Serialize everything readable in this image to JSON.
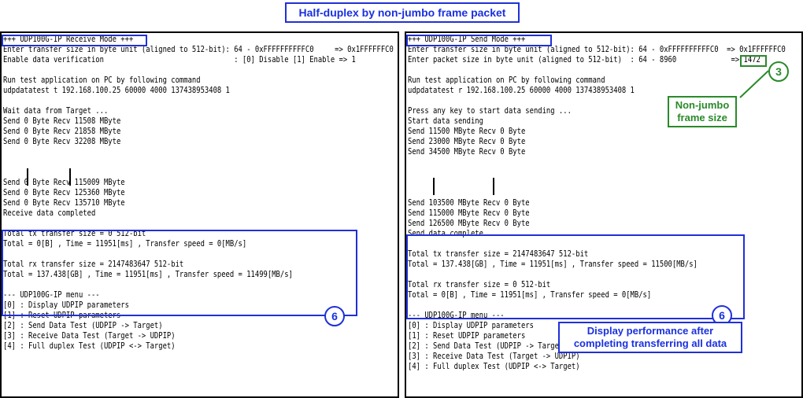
{
  "title": "Half-duplex by non-jumbo frame packet",
  "left": {
    "lines": [
      "+++ UDP100G-IP Receive Mode +++",
      "Enter transfer size in byte unit (aligned to 512-bit): 64 - 0xFFFFFFFFFFC0     => 0x1FFFFFFC0",
      "Enable data verification                               : [0] Disable [1] Enable => 1",
      "",
      "Run test application on PC by following command",
      "udpdatatest t 192.168.100.25 60000 4000 137438953408 1",
      "",
      "Wait data from Target ...",
      "Send 0 Byte Recv 11508 MByte",
      "Send 0 Byte Recv 21858 MByte",
      "Send 0 Byte Recv 32208 MByte",
      "",
      "",
      "",
      "Send 0 Byte Recv 115009 MByte",
      "Send 0 Byte Recv 125360 MByte",
      "Send 0 Byte Recv 135710 MByte",
      "Receive data completed",
      "",
      "Total tx transfer size = 0 512-bit",
      "Total = 0[B] , Time = 11951[ms] , Transfer speed = 0[MB/s]",
      "",
      "Total rx transfer size = 2147483647 512-bit",
      "Total = 137.438[GB] , Time = 11951[ms] , Transfer speed = 11499[MB/s]",
      "",
      "--- UDP100G-IP menu ---",
      "[0] : Display UDPIP parameters",
      "[1] : Reset UDPIP parameters",
      "[2] : Send Data Test (UDPIP -> Target)",
      "[3] : Receive Data Test (Target -> UDPIP)",
      "[4] : Full duplex Test (UDPIP <-> Target)"
    ],
    "badge": "6"
  },
  "right": {
    "lines": [
      "+++ UDP100G-IP Send Mode +++",
      "Enter transfer size in byte unit (aligned to 512-bit): 64 - 0xFFFFFFFFFFC0  => 0x1FFFFFFC0",
      "Enter packet size in byte unit (aligned to 512-bit)  : 64 - 8960             => 1472",
      "",
      "Run test application on PC by following command",
      "udpdatatest r 192.168.100.25 60000 4000 137438953408 1",
      "",
      "Press any key to start data sending ...",
      "Start data sending",
      "Send 11500 MByte Recv 0 Byte",
      "Send 23000 MByte Recv 0 Byte",
      "Send 34500 MByte Recv 0 Byte",
      "",
      "",
      "",
      "",
      "Send 103500 MByte Recv 0 Byte",
      "Send 115000 MByte Recv 0 Byte",
      "Send 126500 MByte Recv 0 Byte",
      "Send data complete",
      "",
      "Total tx transfer size = 2147483647 512-bit",
      "Total = 137.438[GB] , Time = 11951[ms] , Transfer speed = 11500[MB/s]",
      "",
      "Total rx transfer size = 0 512-bit",
      "Total = 0[B] , Time = 11951[ms] , Transfer speed = 0[MB/s]",
      "",
      "--- UDP100G-IP menu ---",
      "[0] : Display UDPIP parameters",
      "[1] : Reset UDPIP parameters",
      "[2] : Send Data Test (UDPIP -> Target)",
      "[3] : Receive Data Test (Target -> UDPIP)",
      "[4] : Full duplex Test (UDPIP <-> Target)"
    ],
    "badge_3": "3",
    "badge_6": "6",
    "note_green": "Non-jumbo frame size",
    "note_blue": "Display performance after completing transferring all data"
  },
  "colors": {
    "blue": "#2030d8",
    "green": "#2a8a2a"
  }
}
